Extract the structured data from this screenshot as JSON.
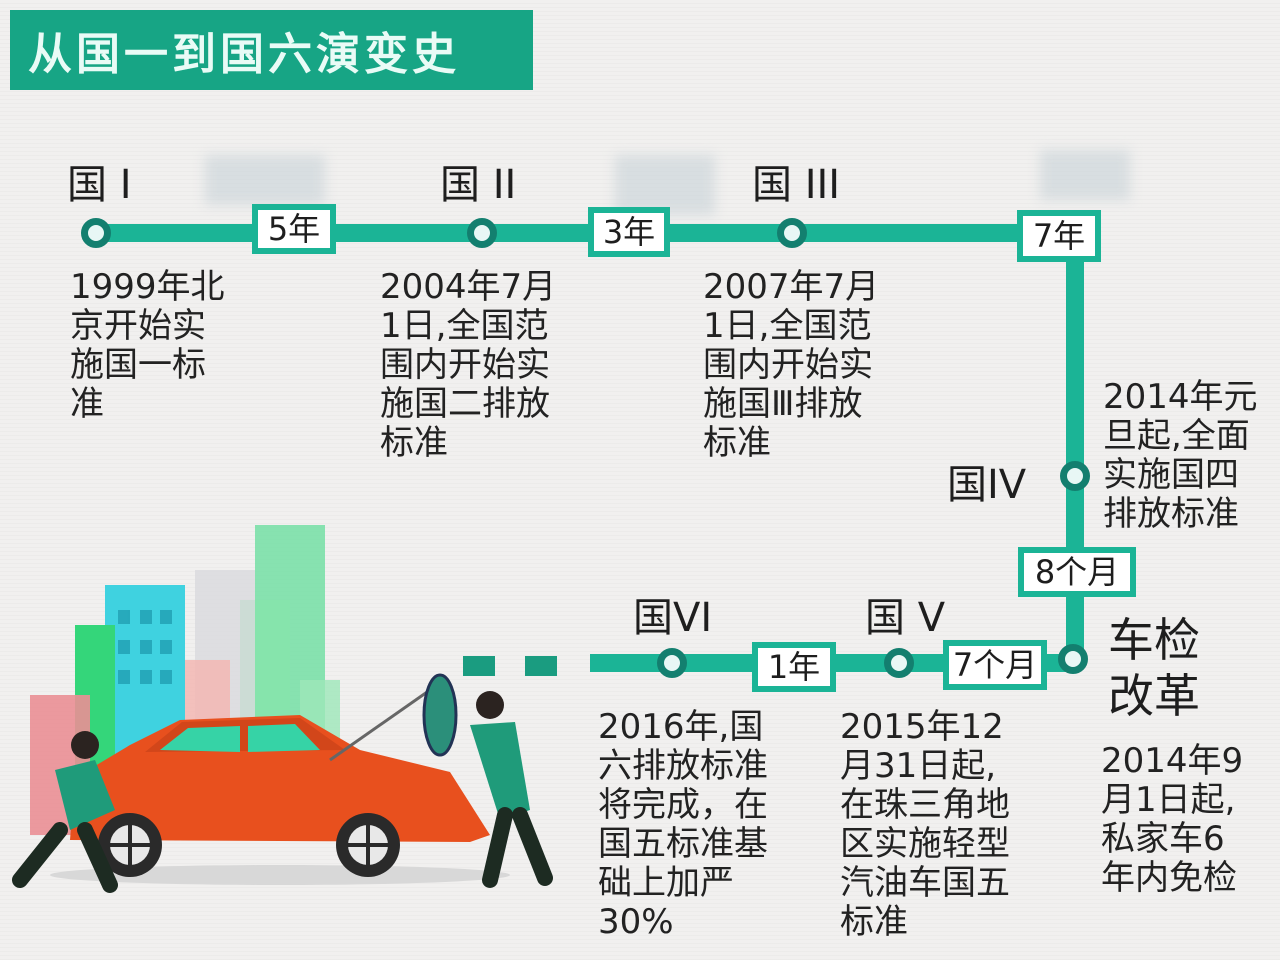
{
  "title": "从国一到国六演变史",
  "colors": {
    "accent": "#17a585",
    "line": "#1bb496",
    "node_ring": "#137f6f",
    "car": "#e8501e"
  },
  "stages": [
    {
      "id": "g1",
      "label": "国 I",
      "desc": "1999年北\n京开始实\n施国一标\n准"
    },
    {
      "id": "g2",
      "label": "国 II",
      "desc": "2004年7月\n1日,全国范\n围内开始实\n施国二排放\n标准"
    },
    {
      "id": "g3",
      "label": "国 III",
      "desc": "2007年7月\n1日,全国范\n围内开始实\n施国Ⅲ排放\n标准"
    },
    {
      "id": "g4",
      "label": "国IV",
      "desc": "2014年元\n旦起,全面\n实施国四\n排放标准"
    },
    {
      "id": "inspection",
      "label": "车检\n改革",
      "desc": "2014年9\n月1日起,\n私家车6\n年内免检"
    },
    {
      "id": "g5",
      "label": "国 V",
      "desc": "2015年12\n月31日起,\n在珠三角地\n区实施轻型\n汽油车国五\n标准"
    },
    {
      "id": "g6",
      "label": "国VI",
      "desc": "2016年,国\n六排放标准\n将完成，在\n国五标准基\n础上加严\n30%"
    }
  ],
  "intervals": [
    {
      "id": "g1_g2",
      "label": "5年"
    },
    {
      "id": "g2_g3",
      "label": "3年"
    },
    {
      "id": "g3_g4",
      "label": "7年"
    },
    {
      "id": "g4_insp",
      "label": "8个月"
    },
    {
      "id": "insp_g5",
      "label": "7个月"
    },
    {
      "id": "g5_g6",
      "label": "1年"
    }
  ],
  "illustration": {
    "description": "Two mechanics inspecting an orange car in front of colorful city buildings"
  }
}
